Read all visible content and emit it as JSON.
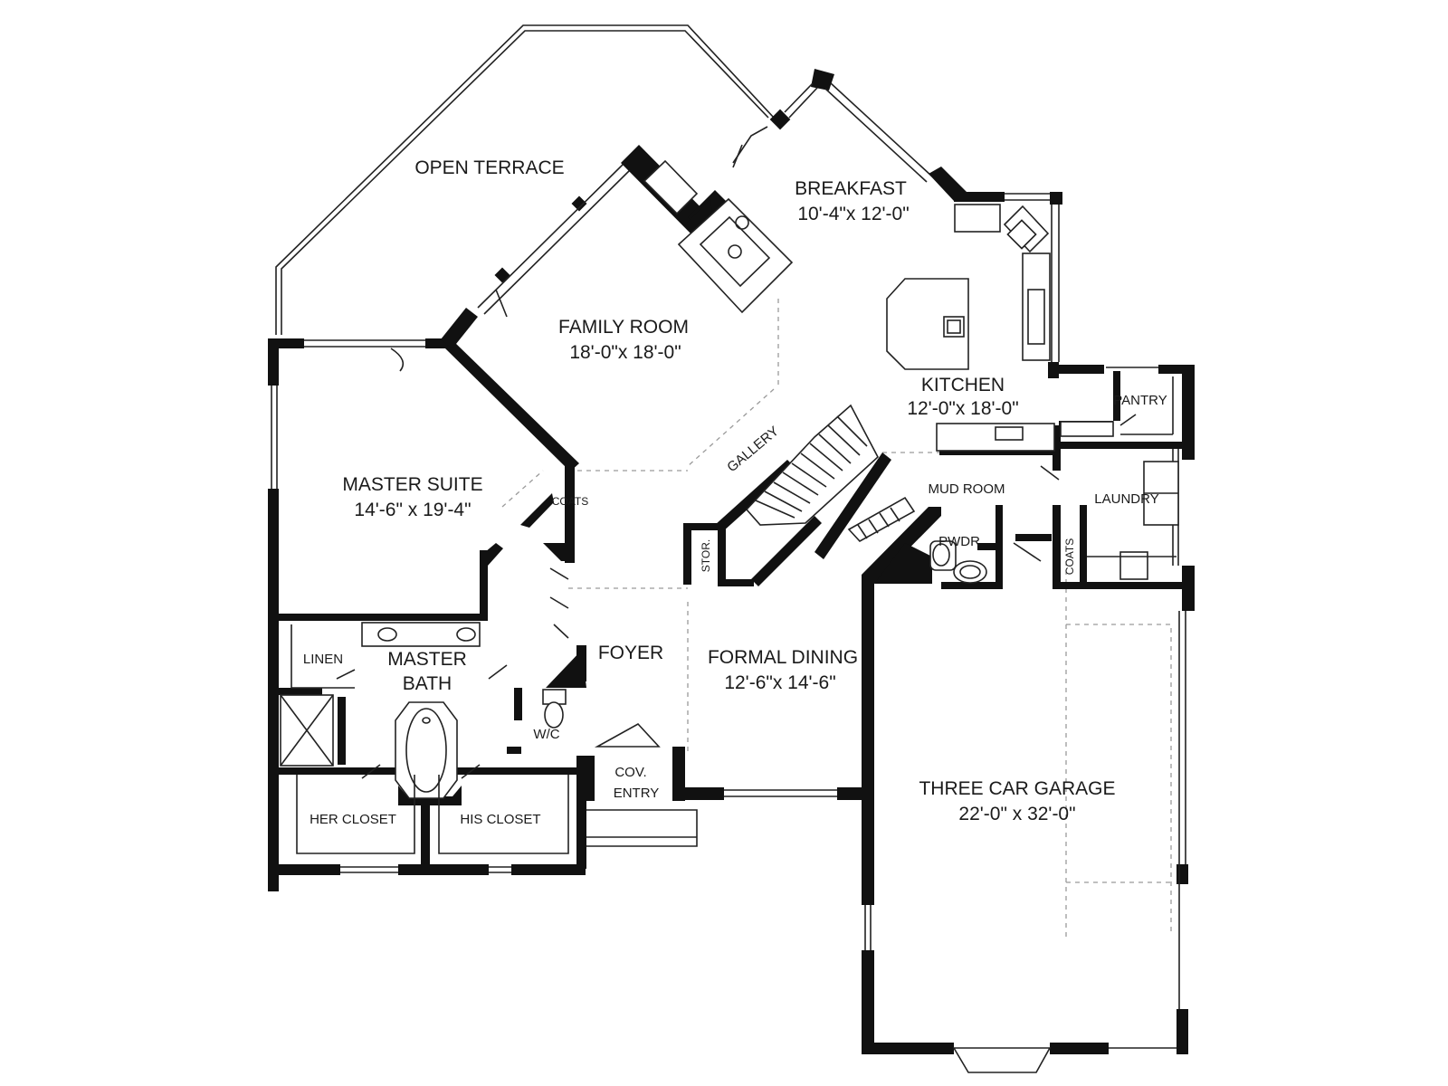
{
  "rooms": {
    "open_terrace": {
      "name": "OPEN TERRACE"
    },
    "breakfast": {
      "name": "BREAKFAST",
      "size": "10'-4\"x 12'-0\""
    },
    "family_room": {
      "name": "FAMILY ROOM",
      "size": "18'-0\"x 18'-0\""
    },
    "kitchen": {
      "name": "KITCHEN",
      "size": "12'-0\"x 18'-0\""
    },
    "pantry": {
      "name": "PANTRY"
    },
    "gallery": {
      "name": "GALLERY"
    },
    "master_suite": {
      "name": "MASTER SUITE",
      "size": "14'-6\" x 19'-4\""
    },
    "coats_left": {
      "name": "COATS"
    },
    "mud_room": {
      "name": "MUD ROOM"
    },
    "laundry": {
      "name": "LAUNDRY"
    },
    "pwdr": {
      "name": "PWDR"
    },
    "coats_right": {
      "name": "COATS"
    },
    "stor": {
      "name": "STOR."
    },
    "linen": {
      "name": "LINEN"
    },
    "master_bath": {
      "line1": "MASTER",
      "line2": "BATH"
    },
    "foyer": {
      "name": "FOYER"
    },
    "formal_dining": {
      "name": "FORMAL DINING",
      "size": "12'-6\"x 14'-6\""
    },
    "wc": {
      "name": "W/C"
    },
    "cov_entry": {
      "line1": "COV.",
      "line2": "ENTRY"
    },
    "three_car_garage": {
      "name": "THREE CAR GARAGE",
      "size": "22'-0\" x 32'-0\""
    },
    "her_closet": {
      "name": "HER CLOSET"
    },
    "his_closet": {
      "name": "HIS CLOSET"
    }
  }
}
